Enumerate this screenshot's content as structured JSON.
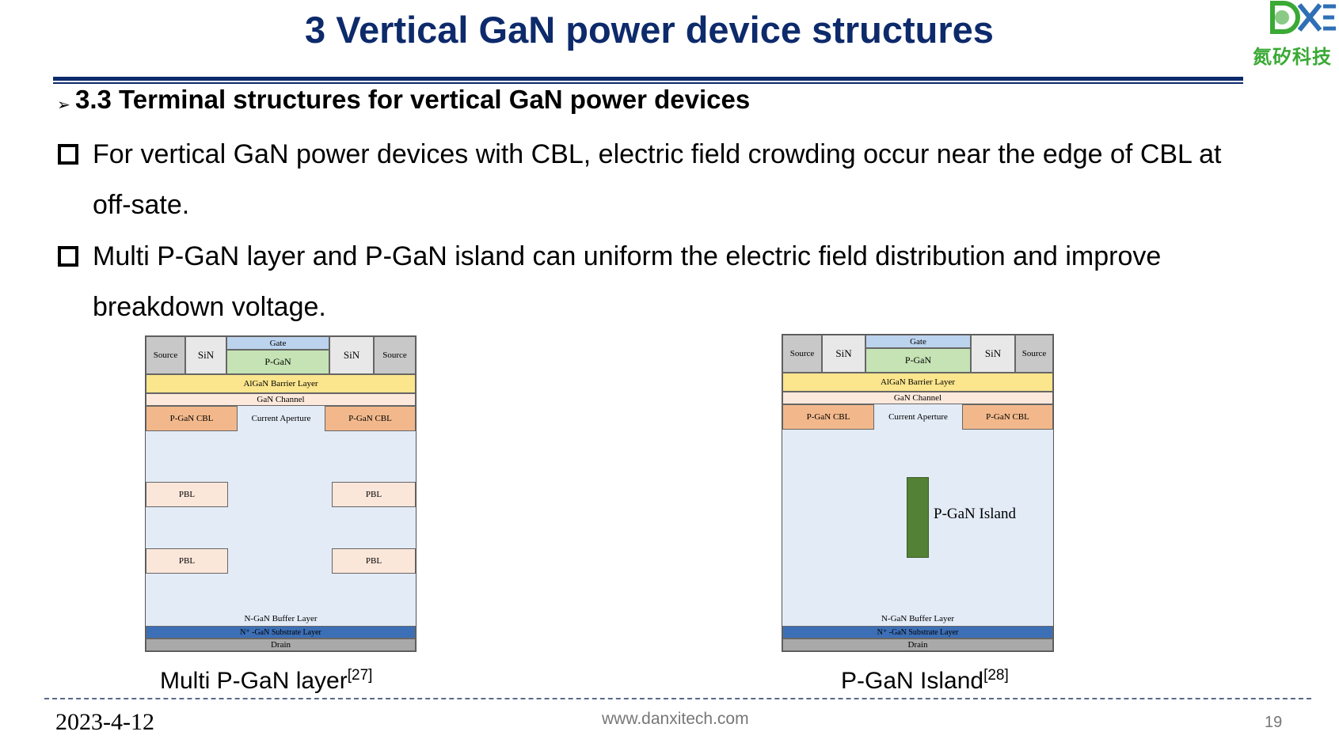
{
  "slide": {
    "title": "3 Vertical GaN power device structures",
    "subtitle": "3.3 Terminal structures for vertical GaN power devices",
    "bullets": [
      "For vertical GaN power devices with CBL, electric field crowding occur near the edge of CBL at off-sate.",
      "Multi P-GaN layer and P-GaN island can uniform the electric field distribution and improve breakdown voltage."
    ],
    "logo_text": "氮矽科技",
    "date": "2023-4-12",
    "website": "www.danxitech.com",
    "page_number": "19"
  },
  "colors": {
    "title_blue": "#0d2a6b",
    "logo_green": "#3aa935",
    "logo_blue": "#2f6fb5",
    "source": "#c8c8c8",
    "sin": "#e8e8e8",
    "gate": "#bcd3ee",
    "pgan": "#c5e3b4",
    "algan": "#fbe58d",
    "gan_channel": "#fde9dc",
    "cbl": "#f2b88b",
    "drift": "#e3ebf6",
    "pbl": "#fbe6da",
    "substrate": "#3c6fb6",
    "drain": "#a9a9a9",
    "island": "#538135"
  },
  "diagram_left": {
    "caption": "Multi P-GaN layer",
    "ref": "[27]",
    "source": "Source",
    "sin": "SiN",
    "gate": "Gate",
    "pgan": "P-GaN",
    "algan": "AlGaN Barrier Layer",
    "channel": "GaN Channel",
    "cbl": "P-GaN CBL",
    "aperture": "Current Aperture",
    "pbl": "PBL",
    "buffer": "N-GaN Buffer Layer",
    "substrate": "N⁺ -GaN Substrate Layer",
    "drain": "Drain"
  },
  "diagram_right": {
    "caption": "P-GaN Island",
    "ref": "[28]",
    "source": "Source",
    "sin": "SiN",
    "gate": "Gate",
    "pgan": "P-GaN",
    "algan": "AlGaN Barrier Layer",
    "channel": "GaN Channel",
    "cbl": "P-GaN CBL",
    "aperture": "Current Aperture",
    "island": "P-GaN Island",
    "buffer": "N-GaN Buffer Layer",
    "substrate": "N⁺ -GaN Substrate Layer",
    "drain": "Drain"
  }
}
